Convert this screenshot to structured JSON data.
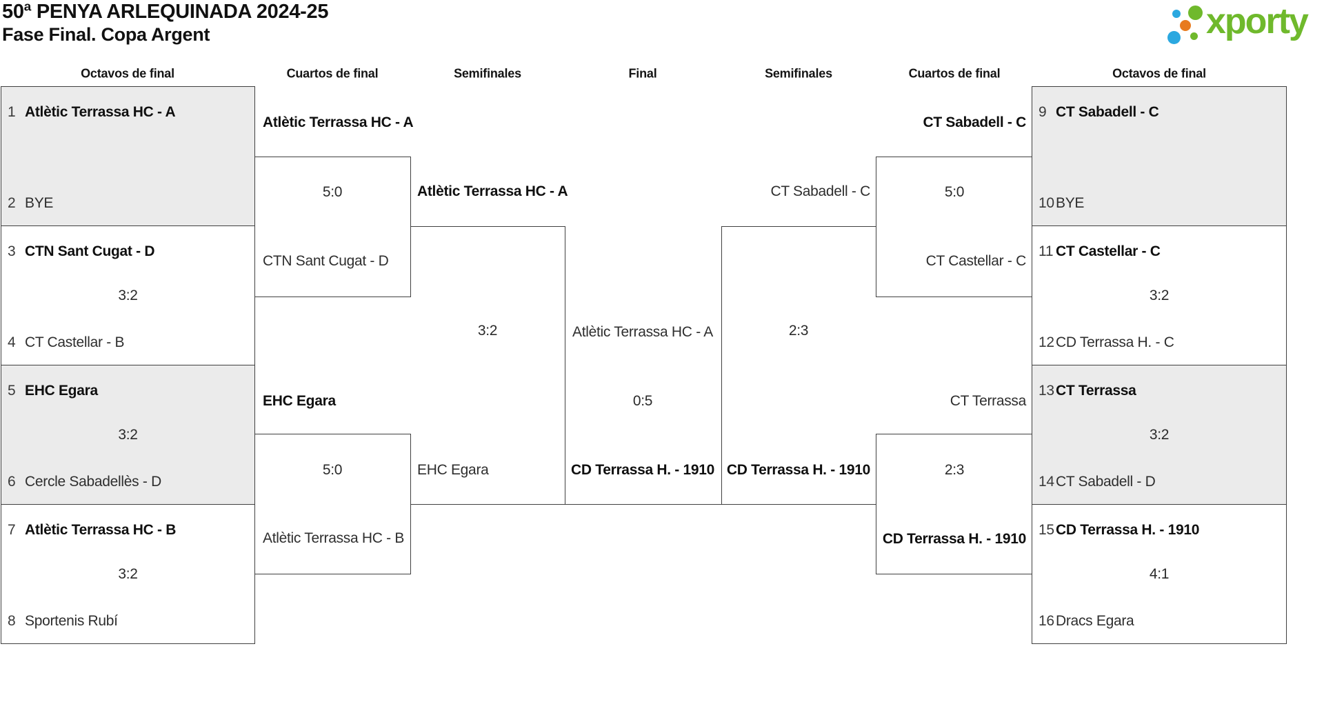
{
  "title": "50ª PENYA ARLEQUINADA 2024-25",
  "subtitle": "Fase Final. Copa Argent",
  "logo": {
    "text": "xporty",
    "green": "#6fb92c",
    "blue": "#2ba8e0",
    "orange": "#e87a1e"
  },
  "colors": {
    "line": "#3f3f3f",
    "shaded_box": "#ebebeb",
    "text": "#2e2e2e",
    "winner_text": "#0f0f0f"
  },
  "headers": [
    "Octavos de final",
    "Cuartos de final",
    "Semifinales",
    "Final",
    "Semifinales",
    "Cuartos de final",
    "Octavos de final"
  ],
  "matches": {
    "r16": [
      {
        "seed1": "1",
        "team1": "Atlètic Terrassa HC - A",
        "score": "",
        "seed2": "2",
        "team2": "BYE"
      },
      {
        "seed1": "3",
        "team1": "CTN Sant Cugat - D",
        "score": "3:2",
        "seed2": "4",
        "team2": "CT Castellar - B"
      },
      {
        "seed1": "5",
        "team1": "EHC Egara",
        "score": "3:2",
        "seed2": "6",
        "team2": "Cercle Sabadellès - D"
      },
      {
        "seed1": "7",
        "team1": "Atlètic Terrassa HC - B",
        "score": "3:2",
        "seed2": "8",
        "team2": "Sportenis Rubí"
      },
      {
        "seed1": "9",
        "team1": "CT Sabadell - C",
        "score": "",
        "seed2": "10",
        "team2": "BYE"
      },
      {
        "seed1": "11",
        "team1": "CT Castellar - C",
        "score": "3:2",
        "seed2": "12",
        "team2": "CD Terrassa H. - C"
      },
      {
        "seed1": "13",
        "team1": "CT Terrassa",
        "score": "3:2",
        "seed2": "14",
        "team2": "CT Sabadell - D"
      },
      {
        "seed1": "15",
        "team1": "CD Terrassa H. - 1910",
        "score": "4:1",
        "seed2": "16",
        "team2": "Dracs Egara"
      }
    ],
    "qf": [
      {
        "team1": "Atlètic Terrassa HC - A",
        "score": "5:0",
        "team2": "CTN Sant Cugat - D",
        "winner": "team1"
      },
      {
        "team1": "EHC Egara",
        "score": "5:0",
        "team2": "Atlètic Terrassa HC - B",
        "winner": "team1"
      },
      {
        "team1": "CT Sabadell - C",
        "score": "5:0",
        "team2": "CT Castellar - C",
        "winner": "team1"
      },
      {
        "team1": "CT Terrassa",
        "score": "2:3",
        "team2": "CD Terrassa H. - 1910",
        "winner": "team2"
      }
    ],
    "sf": [
      {
        "team1": "Atlètic Terrassa HC - A",
        "score": "3:2",
        "team2": "EHC Egara",
        "winner": "team1"
      },
      {
        "team1": "CT Sabadell - C",
        "score": "2:3",
        "team2": "CD Terrassa H. - 1910",
        "winner": "team2"
      }
    ],
    "final": {
      "team1": "Atlètic Terrassa HC - A",
      "score": "0:5",
      "team2": "CD Terrassa H. - 1910",
      "winner": "team2"
    }
  }
}
